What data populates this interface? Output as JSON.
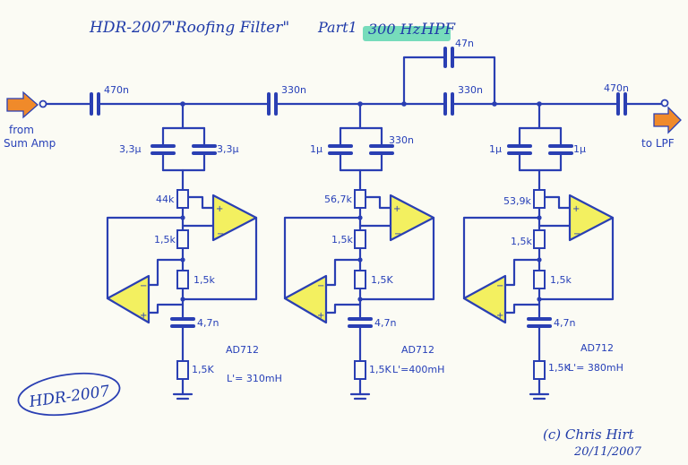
{
  "title": {
    "model": "HDR-2007",
    "name": "\"Roofing Filter\"",
    "part": "Part1",
    "freq": "300 Hz",
    "type": "HPF"
  },
  "io": {
    "input_line1": "from",
    "input_line2": "Sum Amp",
    "output": "to LPF"
  },
  "series_caps": {
    "c1": "470n",
    "c2": "330n",
    "c3": "330n",
    "c_bypass": "47n",
    "c4": "470n"
  },
  "stages": [
    {
      "cap_left": "3,3μ",
      "cap_right": "3,3μ",
      "r_top": "44k",
      "r_mid": "1,5k",
      "r_low": "1,5k",
      "c_bottom": "4,7n",
      "r_ground": "1,5K",
      "opamp": "AD712",
      "inductance": "L'= 310mH"
    },
    {
      "cap_left": "1μ",
      "cap_right": "330n",
      "r_top": "56,7k",
      "r_mid": "1,5k",
      "r_low": "1,5K",
      "c_bottom": "4,7n",
      "r_ground": "1,5K",
      "opamp": "AD712",
      "inductance": "L'=400mH"
    },
    {
      "cap_left": "1μ",
      "cap_right": "1μ",
      "r_top": "53,9k",
      "r_mid": "1,5k",
      "r_low": "1,5k",
      "c_bottom": "4,7n",
      "r_ground": "1,5K",
      "opamp": "AD712",
      "inductance": "L'= 380mH"
    }
  ],
  "stamp": "HDR-2007",
  "author": "(c) Chris Hirt",
  "date": "20/11/2007",
  "colors": {
    "ink": "#2a3fb3",
    "opamp_fill": "#f3f060",
    "arrow": "#f08a2a",
    "highlight": "#5fd6b0"
  }
}
